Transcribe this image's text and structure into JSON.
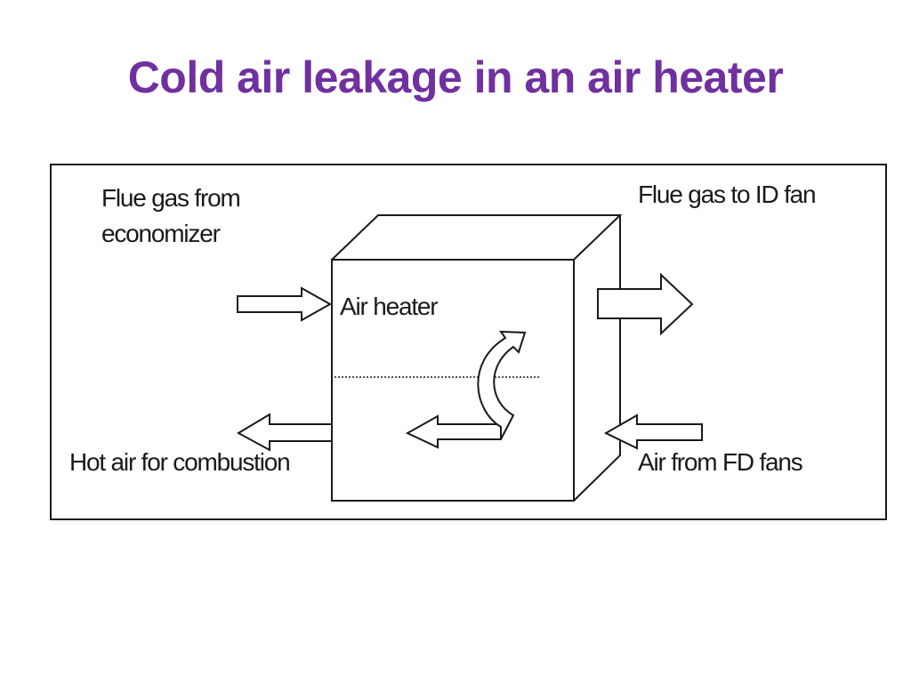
{
  "title": "Cold air leakage in an air heater",
  "colors": {
    "title": "#7030a0",
    "line": "#1a1a1a",
    "text": "#1a1a1a",
    "background": "#ffffff"
  },
  "labels": {
    "flue_gas_in_line1": "Flue gas from",
    "flue_gas_in_line2": "economizer",
    "flue_gas_out": "Flue gas to ID fan",
    "air_heater": "Air heater",
    "hot_air_out": "Hot air for combustion",
    "air_in": "Air from FD fans"
  }
}
